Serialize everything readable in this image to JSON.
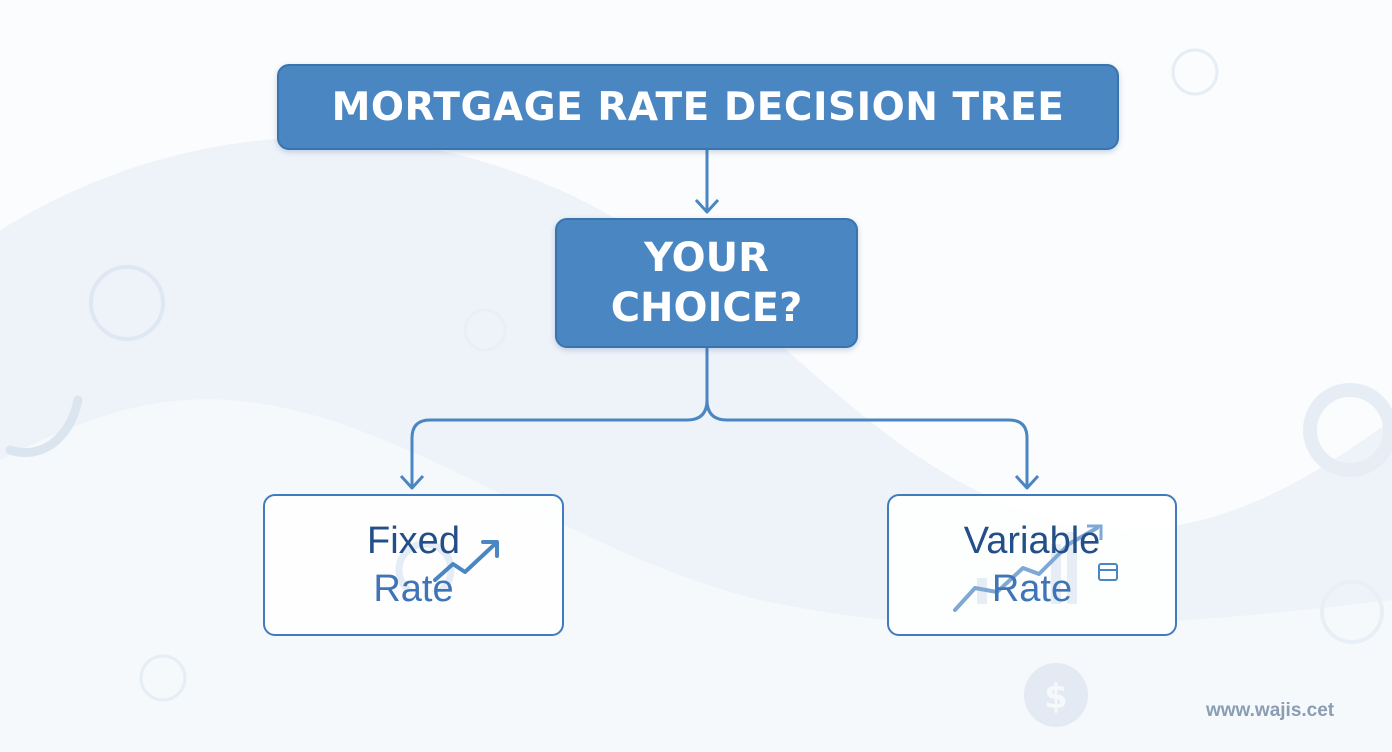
{
  "diagram": {
    "title": "MORTGAGE RATE DECISION TREE",
    "question": {
      "line1": "YOUR",
      "line2": "CHOICE?"
    },
    "options": [
      {
        "line1": "Fixed",
        "line2": "Rate",
        "icon": "trend-up-icon"
      },
      {
        "line1": "Variable",
        "line2": "Rate",
        "icon": "bar-chart-icon"
      }
    ]
  },
  "watermark": "www.wajis.cet",
  "colors": {
    "box_fill": "#4a86c2",
    "box_border": "#3b73ad",
    "connector": "#4a86c2",
    "option_border": "#3f7bbd",
    "option_text_dark": "#234e87",
    "option_text_light": "#3f74b6"
  }
}
